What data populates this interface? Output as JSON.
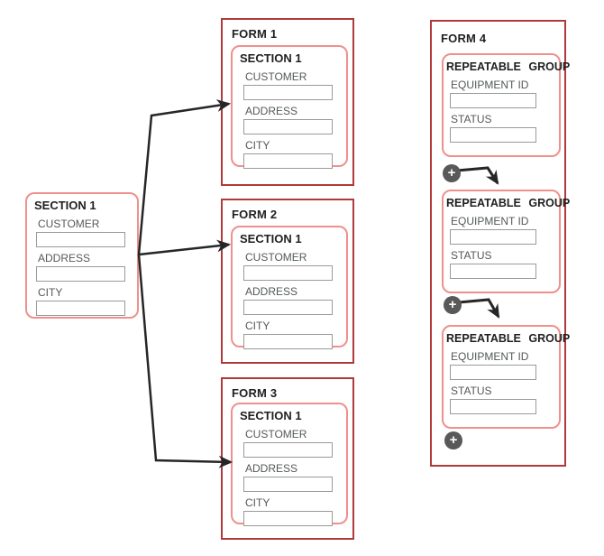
{
  "diagram": {
    "source_section": {
      "title": "SECTION 1",
      "fields": [
        {
          "label": "CUSTOMER",
          "value": ""
        },
        {
          "label": "ADDRESS",
          "value": ""
        },
        {
          "label": "CITY",
          "value": ""
        }
      ]
    },
    "forms": [
      {
        "title": "FORM 1",
        "section": {
          "title": "SECTION 1",
          "fields": [
            {
              "label": "CUSTOMER",
              "value": ""
            },
            {
              "label": "ADDRESS",
              "value": ""
            },
            {
              "label": "CITY",
              "value": ""
            }
          ]
        }
      },
      {
        "title": "FORM 2",
        "section": {
          "title": "SECTION 1",
          "fields": [
            {
              "label": "CUSTOMER",
              "value": ""
            },
            {
              "label": "ADDRESS",
              "value": ""
            },
            {
              "label": "CITY",
              "value": ""
            }
          ]
        }
      },
      {
        "title": "FORM 3",
        "section": {
          "title": "SECTION 1",
          "fields": [
            {
              "label": "CUSTOMER",
              "value": ""
            },
            {
              "label": "ADDRESS",
              "value": ""
            },
            {
              "label": "CITY",
              "value": ""
            }
          ]
        }
      }
    ],
    "form4": {
      "title": "FORM 4",
      "add_icon": "+",
      "groups": [
        {
          "title": "REPEATABLE GROUP",
          "fields": [
            {
              "label": "EQUIPMENT ID",
              "value": ""
            },
            {
              "label": "STATUS",
              "value": ""
            }
          ]
        },
        {
          "title": "REPEATABLE GROUP",
          "fields": [
            {
              "label": "EQUIPMENT ID",
              "value": ""
            },
            {
              "label": "STATUS",
              "value": ""
            }
          ]
        },
        {
          "title": "REPEATABLE GROUP",
          "fields": [
            {
              "label": "EQUIPMENT ID",
              "value": ""
            },
            {
              "label": "STATUS",
              "value": ""
            }
          ]
        }
      ]
    },
    "connections": [
      {
        "from": "section-1",
        "to": "form-1"
      },
      {
        "from": "section-1",
        "to": "form-2"
      },
      {
        "from": "section-1",
        "to": "form-3"
      },
      {
        "from": "add-group-button-1",
        "to": "repeatable-group-2"
      },
      {
        "from": "add-group-button-2",
        "to": "repeatable-group-3"
      }
    ],
    "colors": {
      "form_border": "#b03a3a",
      "section_border": "#f0908c",
      "input_border": "#9a9a9a",
      "label_text": "#54585a",
      "title_text": "#1f1f1f",
      "arrow": "#262626",
      "add_button_bg": "#595959",
      "add_button_glyph": "#ffffff"
    }
  }
}
